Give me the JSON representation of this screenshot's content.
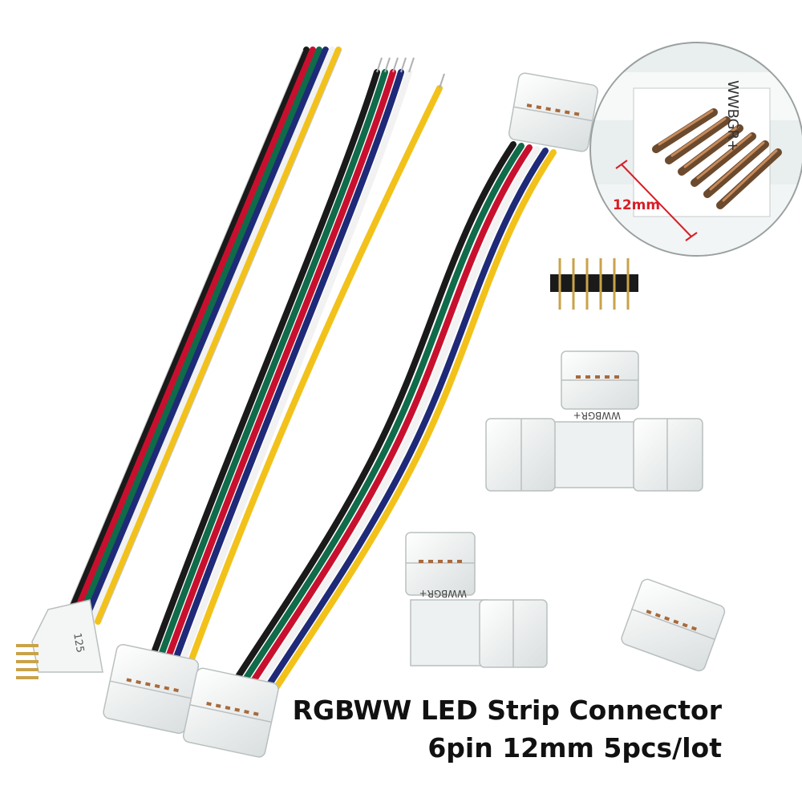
{
  "caption": {
    "line1": "RGBWW LED Strip Connector",
    "line2": "6pin 12mm  5pcs/lot"
  },
  "inset": {
    "dimension_label": "12mm",
    "pin_order_label": "WWBGR+"
  },
  "connector_labels": {
    "t_connector": "WWBGR+",
    "l_connector": "WWBGR+",
    "plug_label": "125"
  },
  "colors": {
    "wire_black": "#1a1a1a",
    "wire_red": "#c8102e",
    "wire_green": "#0f6b4a",
    "wire_blue": "#1e2a78",
    "wire_white": "#f2f2f2",
    "wire_yellow": "#f2c21b",
    "dimension_red": "#d81e28",
    "connector_body": "#f4f6f6",
    "inset_background": "#e9eeee"
  }
}
